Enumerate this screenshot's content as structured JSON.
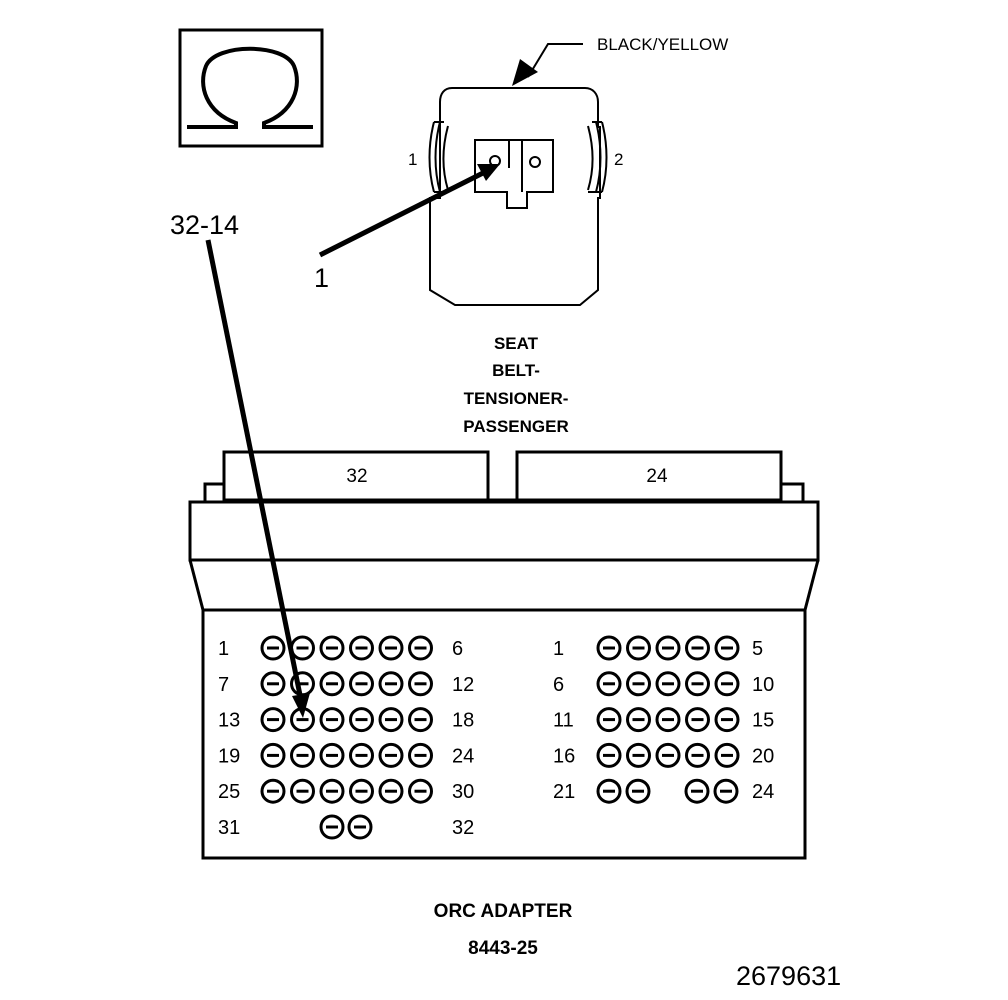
{
  "meter": {
    "icon": "ohm-symbol-icon"
  },
  "seat_belt_connector": {
    "wire_color": "BLACK/YELLOW",
    "pin_1_label": "1",
    "pin_2_label": "2",
    "probe_label": "1",
    "title_lines": [
      "SEAT",
      "BELT-",
      "TENSIONER-",
      "PASSENGER"
    ]
  },
  "orc_adapter": {
    "probe_label": "32-14",
    "left_connector_label": "32",
    "right_connector_label": "24",
    "title": "ORC ADAPTER",
    "part_number": "8443-25",
    "left_block": {
      "rows": [
        {
          "start": "1",
          "end": "6",
          "pins": 6
        },
        {
          "start": "7",
          "end": "12",
          "pins": 6
        },
        {
          "start": "13",
          "end": "18",
          "pins": 6
        },
        {
          "start": "19",
          "end": "24",
          "pins": 6
        },
        {
          "start": "25",
          "end": "30",
          "pins": 6
        },
        {
          "start": "31",
          "end": "32",
          "pins": 2
        }
      ]
    },
    "right_block": {
      "rows": [
        {
          "start": "1",
          "end": "5",
          "pins": 5
        },
        {
          "start": "6",
          "end": "10",
          "pins": 5
        },
        {
          "start": "11",
          "end": "15",
          "pins": 5
        },
        {
          "start": "16",
          "end": "20",
          "pins": 5
        },
        {
          "start": "21",
          "end": "24",
          "pins": 4
        }
      ]
    }
  },
  "figure_id": "2679631"
}
